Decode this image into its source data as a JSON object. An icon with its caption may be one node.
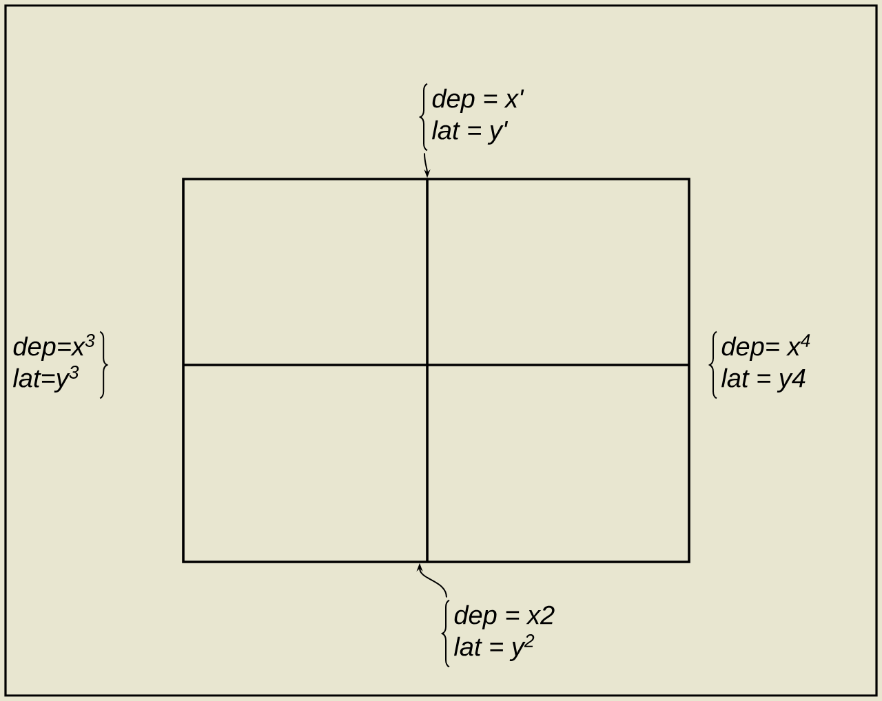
{
  "diagram": {
    "nodes": [
      {
        "text": [],
        "shape": "box"
      },
      {
        "text": [
          "dep = x'",
          "lat = y'"
        ]
      },
      {
        "text": [
          "dep=x$^{3}$",
          "lat=y$^{3}$"
        ]
      },
      {
        "text": [
          "dep= x$^{4}$",
          "lat = y4"
        ]
      },
      {
        "text": [
          "dep = x2",
          "lat = y$^{2}$"
        ]
      }
    ],
    "edges": [
      {
        "from": 1,
        "to": 0,
        "arrow": "to"
      },
      {
        "from": 4,
        "to": 0,
        "arrow": "to"
      }
    ]
  }
}
